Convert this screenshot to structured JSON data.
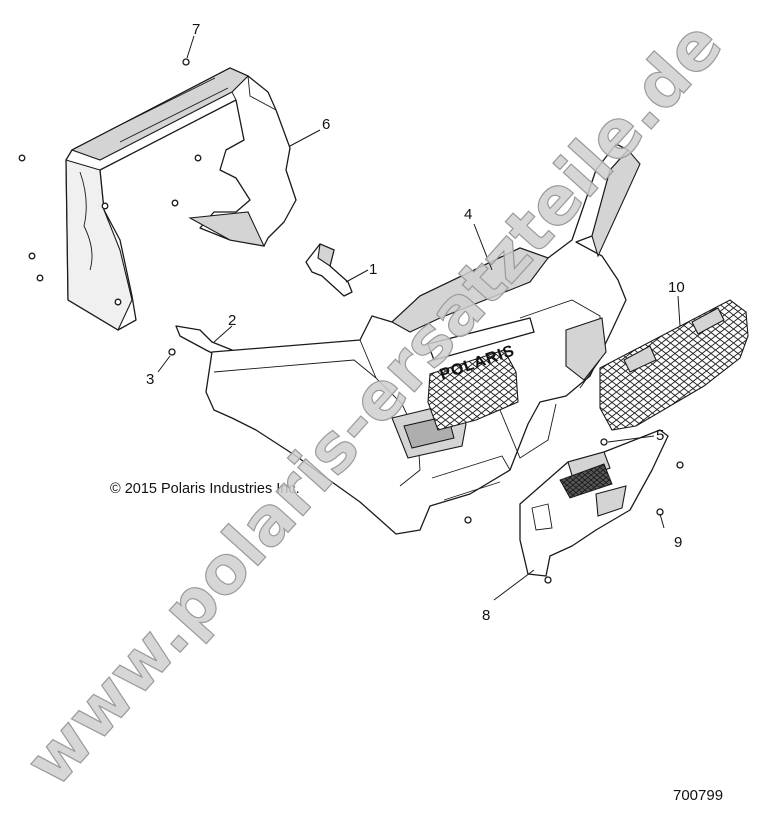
{
  "diagram": {
    "copyright": "© 2015 Polaris Industries Inc.",
    "reference_number": "700799",
    "logo_text": "POLARIS",
    "watermark": "www.polaris-ersatzteile.de",
    "callouts": [
      "1",
      "2",
      "3",
      "4",
      "5",
      "6",
      "7",
      "8",
      "9",
      "10"
    ]
  }
}
